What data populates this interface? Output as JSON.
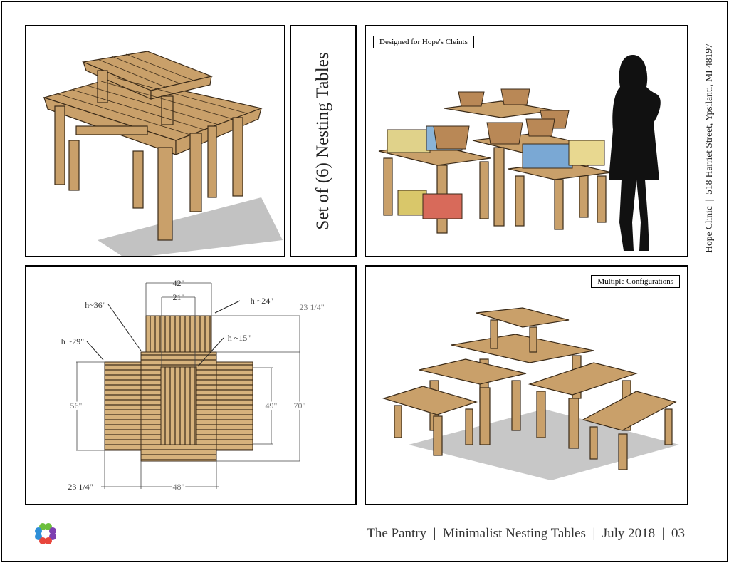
{
  "title": "Set of (6) Nesting Tables",
  "address": {
    "org": "Hope Clinic",
    "sep": "|",
    "street": "518 Harriet Street, Ypsilanti, MI 48197"
  },
  "panels": {
    "clients_label": "Designed for Hope's Cleints",
    "configs_label": "Multiple Configurations"
  },
  "diagram": {
    "w42": "42\"",
    "w21": "21\"",
    "h24": "h ~24\"",
    "h36": "h~36\"",
    "h29": "h ~29\"",
    "h15": "h ~15\"",
    "d23a": "23 1/4\"",
    "d56": "56\"",
    "d49": "49\"",
    "d70": "70\"",
    "d23b": "23 1/4\"",
    "d48": "48\""
  },
  "footer": {
    "project": "The Pantry",
    "sep": "|",
    "subject": "Minimalist Nesting Tables",
    "date": "July 2018",
    "page": "03"
  },
  "colors": {
    "wood": "#c9a06a",
    "wood_dark": "#8a6a40",
    "border": "#000000"
  }
}
